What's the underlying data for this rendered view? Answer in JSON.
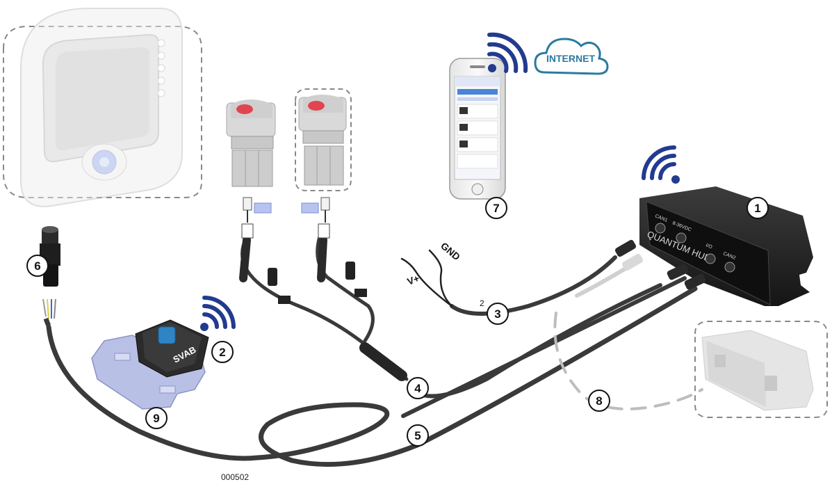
{
  "callouts": [
    "1",
    "2",
    "3",
    "4",
    "5",
    "6",
    "7",
    "8",
    "9"
  ],
  "internet_label": "INTERNET",
  "wire_labels": {
    "gnd": "GND",
    "vplus": "V+",
    "wire_num": "2"
  },
  "hub": {
    "brand": "QUANTUM HUB",
    "port_can1": "CAN1",
    "port_power": "8-36VDC",
    "port_io": "I/O",
    "port_can2": "CAN2"
  },
  "remote_brand": "SVAB",
  "reference_number": "000502",
  "colors": {
    "cable": "#3a3a3a",
    "wifi": "#233a8f",
    "cloud": "#2a7aa0",
    "ghost": "#cfcfcf",
    "switch_red": "#e0464f",
    "remote_tray": "#b9c0e6"
  },
  "icons": [
    "wifi-icon",
    "cloud-icon",
    "phone-icon",
    "rocker-switch-icon",
    "connector-icon"
  ]
}
